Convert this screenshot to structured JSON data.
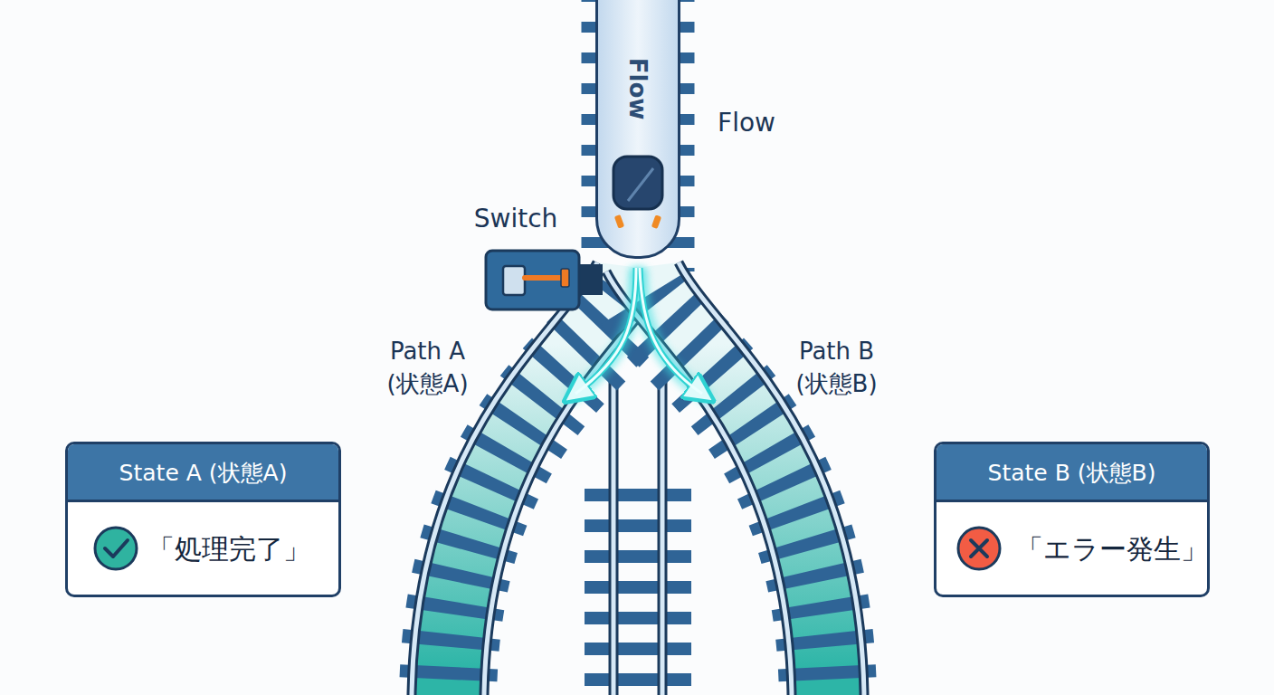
{
  "diagram": {
    "nodes": [
      {
        "text": [
          "Flow"
        ]
      },
      {
        "text": [
          "State A (状態A)",
          "「処理完了」"
        ]
      },
      {
        "text": [
          "State B (状態B)",
          "「エラー発生」"
        ]
      }
    ],
    "labels": [
      "Flow",
      "Switch",
      "Path A (状態A)",
      "Path B (状態B)"
    ]
  }
}
